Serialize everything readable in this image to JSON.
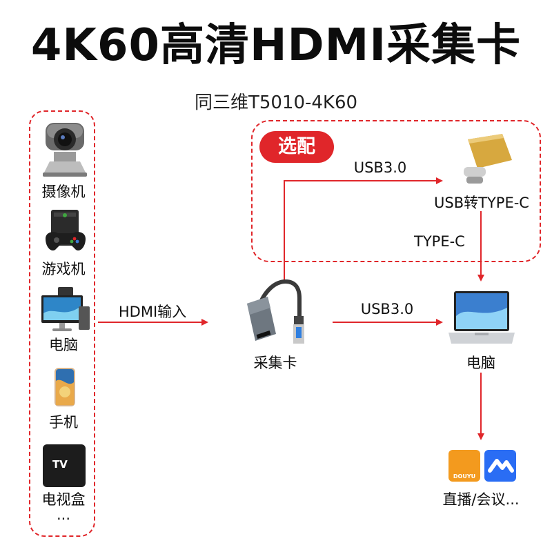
{
  "title": "4K60高清HDMI采集卡",
  "subtitle": "同三维T5010-4K60",
  "colors": {
    "accent": "#e0262a",
    "arrow": "#e0262a",
    "text": "#111111"
  },
  "sources": [
    {
      "label": "摄像机",
      "icon": "camera-icon"
    },
    {
      "label": "游戏机",
      "icon": "game-console-icon"
    },
    {
      "label": "电脑",
      "icon": "desktop-computer-icon"
    },
    {
      "label": "手机",
      "icon": "phone-icon"
    },
    {
      "label": "电视盒",
      "icon": "tv-box-icon"
    }
  ],
  "sources_more": "...",
  "tv_box_text": "TV",
  "optional_badge": "选配",
  "edges": {
    "hdmi_in": "HDMI输入",
    "usb_to_adapter": "USB3.0",
    "typec": "TYPE-C",
    "usb_to_laptop": "USB3.0"
  },
  "nodes": {
    "capture_card": "采集卡",
    "adapter": "USB转TYPE-C",
    "laptop": "电脑",
    "apps": "直播/会议..."
  },
  "app_icons": [
    "douyu-app-icon",
    "tencent-meeting-app-icon"
  ],
  "douyu_text": "DOUYU"
}
